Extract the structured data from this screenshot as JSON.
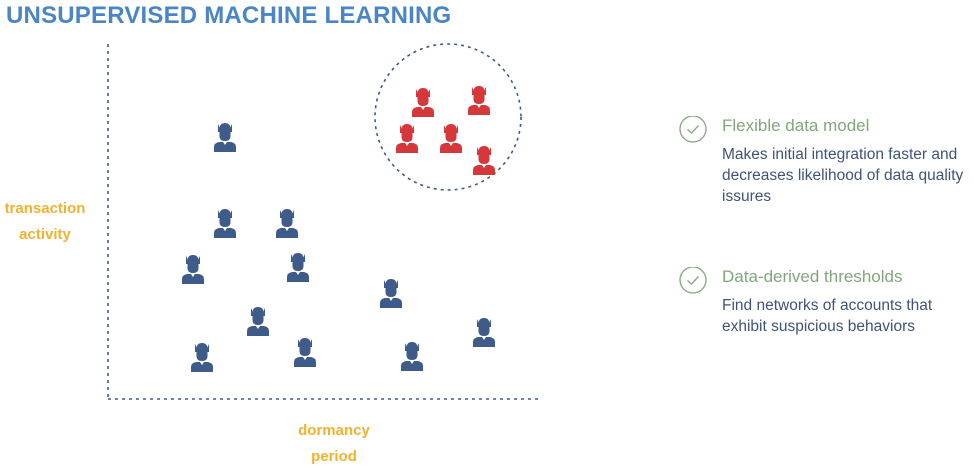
{
  "title": "UNSUPERVISED MACHINE LEARNING",
  "axes": {
    "y_label_line1": "transaction",
    "y_label_line2": "activity",
    "x_label_line1": "dormancy",
    "x_label_line2": "period"
  },
  "features": [
    {
      "icon": "check-circle-icon",
      "heading": "Flexible data model",
      "description": "Makes initial integration faster and decreases likelihood of data quality issures"
    },
    {
      "icon": "check-circle-icon",
      "heading": "Data-derived thresholds",
      "description": "Find networks of accounts that exhibit suspicious behaviors"
    }
  ],
  "colors": {
    "title": "#4a86c5",
    "axis_label": "#f2b22c",
    "normal_person": "#3f5b8a",
    "anomaly_person": "#d6373a",
    "feature_heading": "#7fa87a",
    "feature_text": "#3f5478",
    "axis_line": "#3f5b8a"
  }
}
